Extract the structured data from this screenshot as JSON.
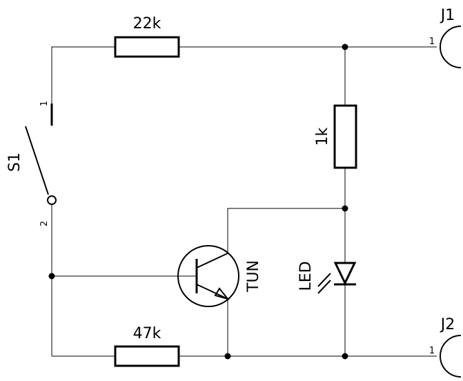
{
  "components": {
    "r_top": {
      "value": "22k"
    },
    "r_mid": {
      "value": "1k"
    },
    "r_bot": {
      "value": "47k"
    },
    "switch": {
      "ref": "S1",
      "pin1": "1",
      "pin2": "2"
    },
    "transistor": {
      "ref": "TUN"
    },
    "led": {
      "ref": "LED"
    },
    "j1": {
      "ref": "J1",
      "pin": "1"
    },
    "j2": {
      "ref": "J2",
      "pin": "1"
    }
  }
}
